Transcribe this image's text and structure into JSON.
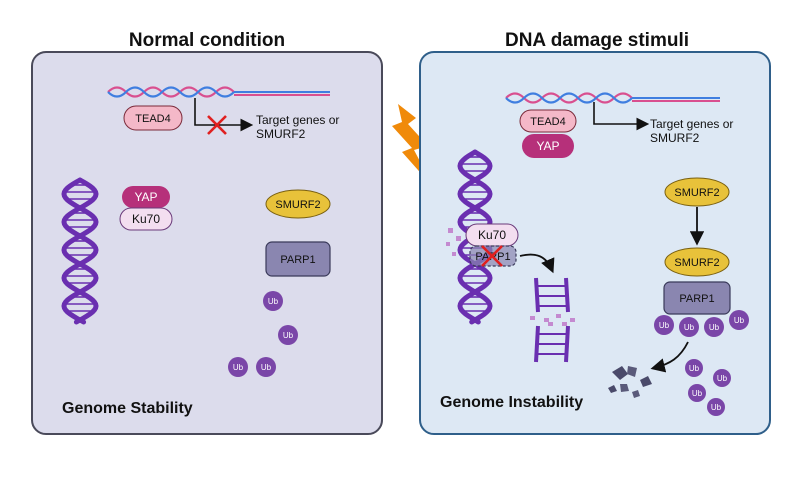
{
  "panels": {
    "normal": {
      "heading": "Normal condition",
      "footer": "Genome Stability",
      "bg": "#dcdcec",
      "border": "#4a4a5a"
    },
    "damage": {
      "heading": "DNA damage stimuli",
      "footer": "Genome Instability",
      "bg": "#dde8f4",
      "border": "#2f5f8a"
    }
  },
  "labels": {
    "tead4": "TEAD4",
    "yap": "YAP",
    "ku70": "Ku70",
    "smurf2": "SMURF2",
    "parp1": "PARP1",
    "ub": "Ub",
    "target_line1": "Target genes or",
    "target_line2": "SMURF2"
  },
  "colors": {
    "tead4": "#f4b8c8",
    "yap": "#b6307a",
    "ku70": "#f3def0",
    "smurf2": "#e8c23a",
    "parp1": "#8a86b0",
    "ub": "#7a46a8",
    "dna": "#6a2fb0",
    "inhibit": "#e02020",
    "lightning": "#f08a0a"
  },
  "icons": [
    "dna-helix-icon",
    "lightning-bolt-icon",
    "inhibition-cross-icon",
    "arrow-icon",
    "broken-dna-icon",
    "degraded-fragments-icon"
  ]
}
